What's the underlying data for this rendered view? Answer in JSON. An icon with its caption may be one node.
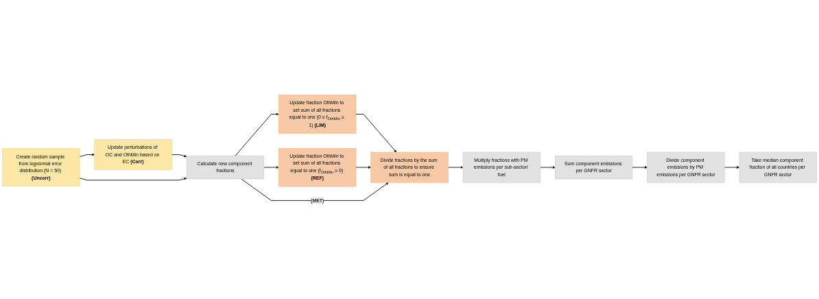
{
  "diagram": {
    "nodes": [
      {
        "text": [
          "Create random sample from lognormal error distribution (N = 50) **(Uncorr)**"
        ]
      },
      {
        "text": [
          "Update perturbations of OC and OthMin based on EC **(Corr)**"
        ]
      },
      {
        "text": [
          "Calculate new component fractions"
        ]
      },
      {
        "text": [
          "Update fraction OthMin to set sum of all fractions equal to one (0 ≤ f$_{OthMin}$ ≤ 1) **(LIM)**"
        ]
      },
      {
        "text": [
          "Update fraction OthMin to set sum of all fractions equal to one (f$_{OthMin}$ ≥ 0) **(REF)**"
        ]
      },
      {
        "text": [
          "Divide fractions by the sum of all fractions to ensure sum is equal to one"
        ]
      },
      {
        "text": [
          "Multiply fractions with PM emissions per sub-sector/ fuel"
        ]
      },
      {
        "text": [
          "Sum component emissions per GNFR sector"
        ]
      },
      {
        "text": [
          "Divide component emissions by PM emissions per GNFR sector"
        ]
      },
      {
        "text": [
          "Take median component fraction of all countries per GNFR sector"
        ]
      }
    ],
    "edges": [
      {
        "from": 0,
        "to": 1,
        "arrow": "to"
      },
      {
        "from": 1,
        "to": 2,
        "arrow": "to"
      },
      {
        "from": 0,
        "to": 2,
        "arrow": "to"
      },
      {
        "from": 2,
        "to": 3,
        "arrow": "to"
      },
      {
        "from": 2,
        "to": 4,
        "arrow": "to"
      },
      {
        "from": 3,
        "to": 5,
        "arrow": "to"
      },
      {
        "from": 4,
        "to": 5,
        "arrow": "to"
      },
      {
        "from": 2,
        "to": 5,
        "label": "**(MET)**",
        "arrow": "to"
      },
      {
        "from": 5,
        "to": 6,
        "arrow": "to"
      },
      {
        "from": 6,
        "to": 7,
        "arrow": "to"
      },
      {
        "from": 7,
        "to": 8,
        "arrow": "to"
      },
      {
        "from": 8,
        "to": 9,
        "arrow": "to"
      }
    ]
  }
}
